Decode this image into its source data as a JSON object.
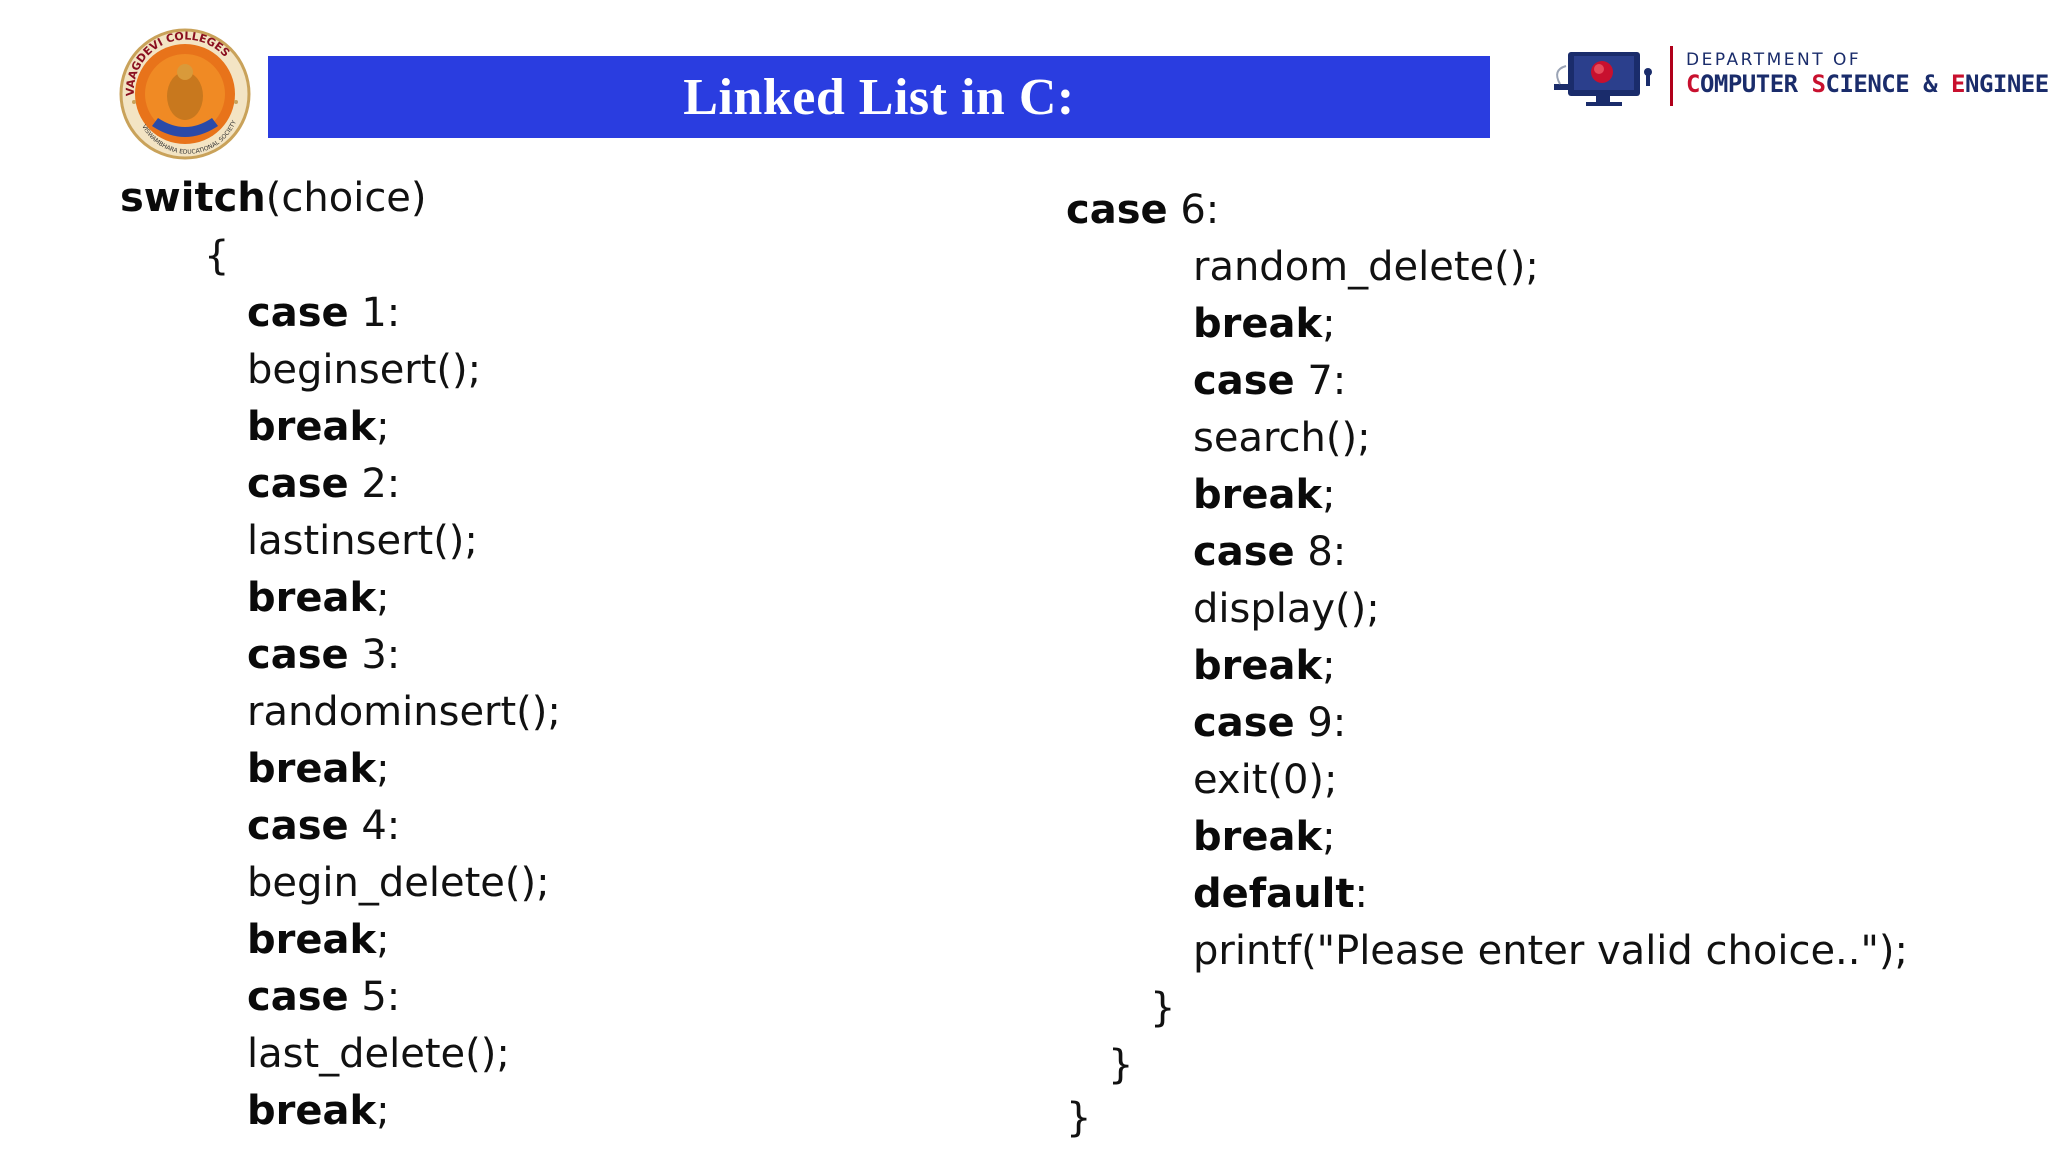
{
  "header": {
    "title": "Linked List in C:",
    "college_logo_text": "VAAGDEVI COLLEGES",
    "college_logo_subtext": "VISWAMBHARA EDUCATIONAL SOCIETY",
    "dept_line1": "DEPARTMENT OF",
    "dept_line2_parts": [
      "C",
      "OMPUTER ",
      "S",
      "CIENCE & ",
      "E",
      "NGINEERING"
    ]
  },
  "colors": {
    "title_bar": "#2a3de0",
    "title_text": "#ffffff",
    "dept_text": "#1a2c6b",
    "dept_accent": "#c8102e"
  },
  "code_left": [
    {
      "kw": "switch",
      "rest": "(choice)"
    },
    {
      "kw": "",
      "rest": "{"
    },
    {
      "kw": "case",
      "rest": " 1:"
    },
    {
      "kw": "",
      "rest": "beginsert();"
    },
    {
      "kw": "break",
      "rest": ";"
    },
    {
      "kw": "case",
      "rest": " 2:"
    },
    {
      "kw": "",
      "rest": "lastinsert();"
    },
    {
      "kw": "break",
      "rest": ";"
    },
    {
      "kw": "case",
      "rest": " 3:"
    },
    {
      "kw": "",
      "rest": "randominsert();"
    },
    {
      "kw": "break",
      "rest": ";"
    },
    {
      "kw": "case",
      "rest": " 4:"
    },
    {
      "kw": "",
      "rest": "begin_delete();"
    },
    {
      "kw": "break",
      "rest": ";"
    },
    {
      "kw": "case",
      "rest": " 5:"
    },
    {
      "kw": "",
      "rest": "last_delete();"
    },
    {
      "kw": "break",
      "rest": ";"
    }
  ],
  "code_right": [
    {
      "kw": "case",
      "rest": " 6:"
    },
    {
      "kw": "",
      "rest": "random_delete();"
    },
    {
      "kw": "break",
      "rest": ";"
    },
    {
      "kw": "case",
      "rest": " 7:"
    },
    {
      "kw": "",
      "rest": "search();"
    },
    {
      "kw": "break",
      "rest": ";"
    },
    {
      "kw": "case",
      "rest": " 8:"
    },
    {
      "kw": "",
      "rest": "display();"
    },
    {
      "kw": "break",
      "rest": ";"
    },
    {
      "kw": "case",
      "rest": " 9:"
    },
    {
      "kw": "",
      "rest": "exit(0);"
    },
    {
      "kw": "break",
      "rest": ";"
    },
    {
      "kw": "default",
      "rest": ":"
    },
    {
      "kw": "",
      "rest": "printf(\"Please enter valid choice..\");"
    },
    {
      "kw": "",
      "rest": "}"
    },
    {
      "kw": "",
      "rest": "}"
    },
    {
      "kw": "",
      "rest": "}"
    }
  ]
}
